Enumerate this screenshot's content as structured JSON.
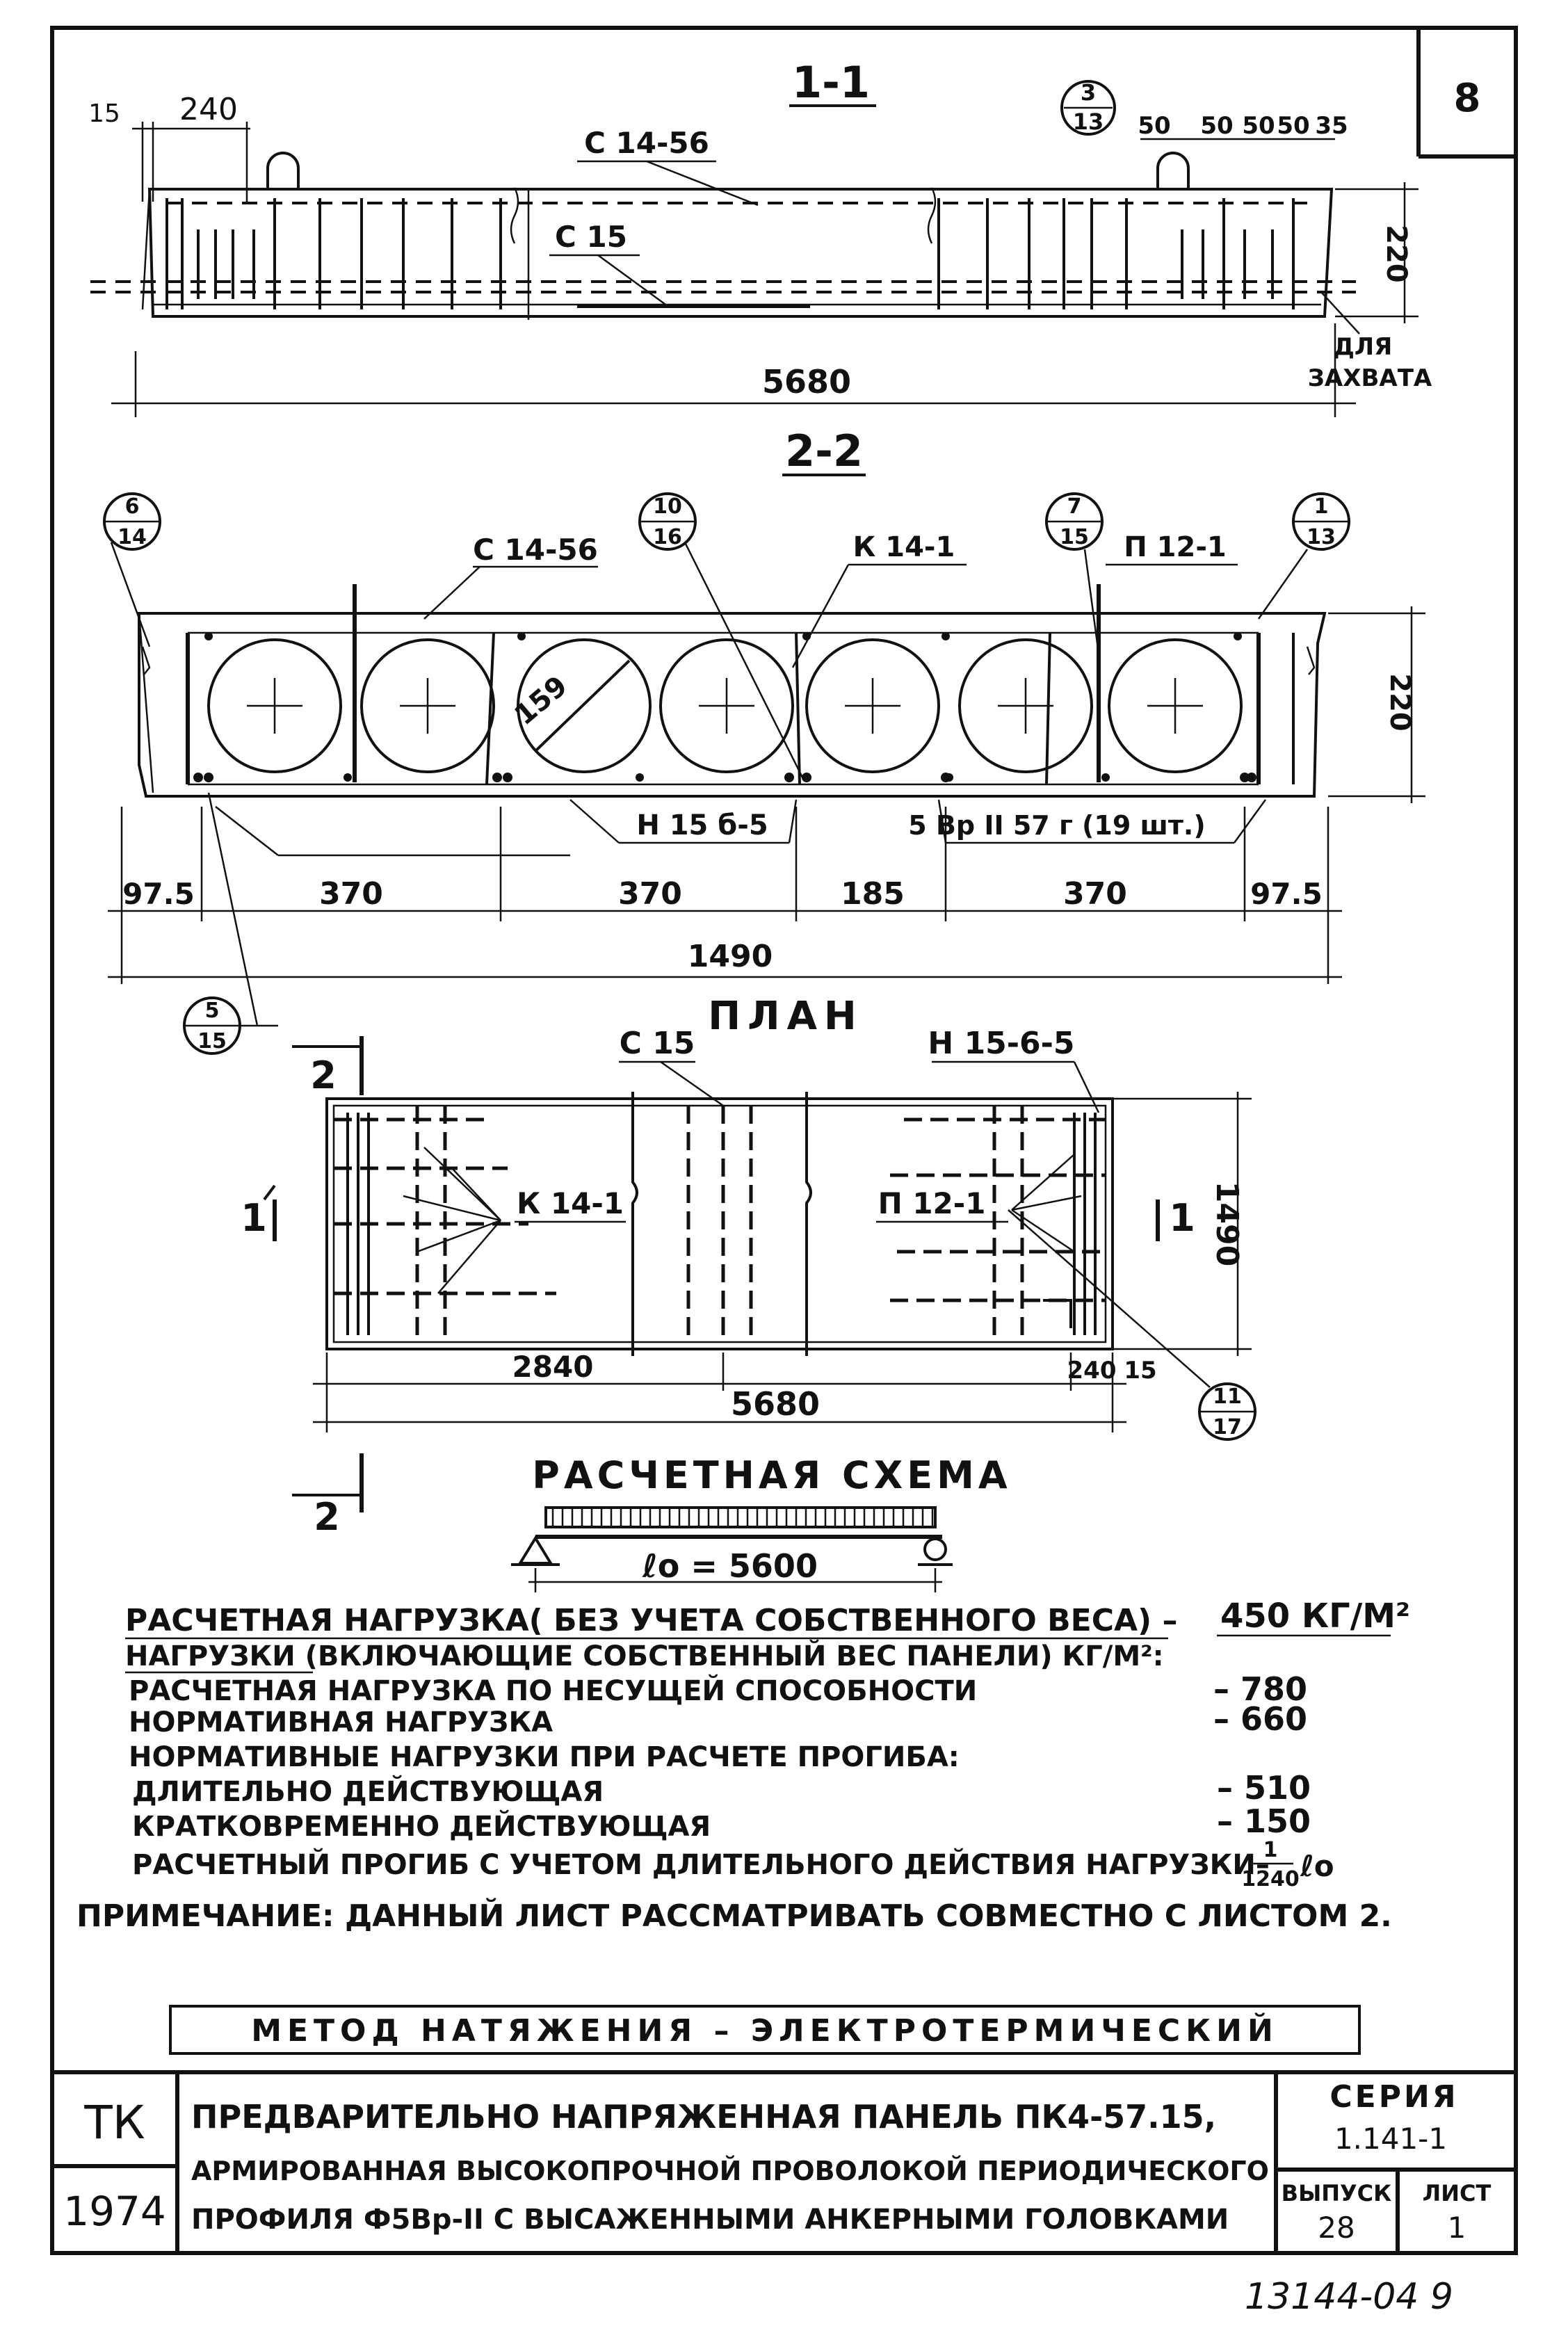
{
  "sheet_number": "8",
  "section_1_1": {
    "title": "1-1",
    "dims_left": [
      "15",
      "240"
    ],
    "callout": {
      "top": "3",
      "bottom": "13"
    },
    "dims_right": [
      "50",
      "50",
      "50",
      "50",
      "35"
    ],
    "labels": [
      "С 14-56",
      "С 15"
    ],
    "height": "220",
    "grip_note": [
      "ДЛЯ",
      "ЗАХВАТА"
    ],
    "length": "5680"
  },
  "section_2_2": {
    "title": "2-2",
    "callouts": [
      {
        "top": "6",
        "bottom": "14"
      },
      {
        "top": "10",
        "bottom": "16"
      },
      {
        "top": "7",
        "bottom": "15"
      },
      {
        "top": "1",
        "bottom": "13"
      }
    ],
    "labels": [
      "С 14-56",
      "К 14-1",
      "П 12-1",
      "Н 15 б-5",
      "5 Вр II 57 г (19 шт.)"
    ],
    "diameter": "159",
    "height": "220",
    "dims": [
      "97.5",
      "370",
      "370",
      "185",
      "370",
      "97.5"
    ],
    "width_total": "1490"
  },
  "plan": {
    "title": "ПЛАН",
    "callout_left": {
      "top": "5",
      "bottom": "15"
    },
    "labels": [
      "С 15",
      "Н 15-6-5",
      "К 14-1",
      "П 12-1"
    ],
    "section_marks": [
      "2",
      "1",
      "1",
      "2"
    ],
    "width": "1490",
    "dims": [
      "2840",
      "240",
      "15"
    ],
    "length": "5680",
    "callout_right": {
      "top": "11",
      "bottom": "17"
    }
  },
  "calc_scheme": {
    "title": "РАСЧЕТНАЯ СХЕМА",
    "span": "ℓo = 5600"
  },
  "loads": {
    "line1_label": "РАСЧЕТНАЯ НАГРУЗКА( БЕЗ УЧЕТА СОБСТВЕННОГО ВЕСА) –",
    "line1_value": "450 КГ/М²",
    "line2": "НАГРУЗКИ (ВКЛЮЧАЮЩИЕ СОБСТВЕННЫЙ ВЕС ПАНЕЛИ) КГ/М²:",
    "rows": [
      {
        "label": "РАСЧЕТНАЯ НАГРУЗКА ПО НЕСУЩЕЙ СПОСОБНОСТИ",
        "value": "– 780"
      },
      {
        "label": "НОРМАТИВНАЯ НАГРУЗКА",
        "value": "– 660"
      },
      {
        "label": "НОРМАТИВНЫЕ НАГРУЗКИ ПРИ РАСЧЕТЕ ПРОГИБА:",
        "value": ""
      },
      {
        "label": "ДЛИТЕЛЬНО ДЕЙСТВУЮЩАЯ",
        "value": "– 510"
      },
      {
        "label": "КРАТКОВРЕМЕННО ДЕЙСТВУЮЩАЯ",
        "value": "– 150"
      }
    ],
    "deflection_label": "РАСЧЕТНЫЙ ПРОГИБ С УЧЕТОМ ДЛИТЕЛЬНОГО ДЕЙСТВИЯ НАГРУЗКИ–",
    "deflection_num": "1",
    "deflection_den": "1240",
    "deflection_suffix": "ℓo",
    "note": "ПРИМЕЧАНИЕ: ДАННЫЙ ЛИСТ РАССМАТРИВАТЬ СОВМЕСТНО С ЛИСТОМ 2."
  },
  "method": "МЕТОД НАТЯЖЕНИЯ – ЭЛЕКТРОТЕРМИЧЕСКИЙ",
  "title_block": {
    "org": "ТК",
    "year": "1974",
    "title_lines": [
      "ПРЕДВАРИТЕЛЬНО НАПРЯЖЕННАЯ ПАНЕЛЬ ПК4-57.15,",
      "АРМИРОВАННАЯ ВЫСОКОПРОЧНОЙ ПРОВОЛОКОЙ ПЕРИОДИЧЕСКОГО",
      "ПРОФИЛЯ Ф5Вр-II С ВЫСАЖЕННЫМИ АНКЕРНЫМИ ГОЛОВКАМИ"
    ],
    "series_label": "СЕРИЯ",
    "series_value": "1.141-1",
    "issue_label": "ВЫПУСК",
    "issue_value": "28",
    "sheet_label": "ЛИСТ",
    "sheet_value": "1"
  },
  "archive_number": "13144-04 9"
}
